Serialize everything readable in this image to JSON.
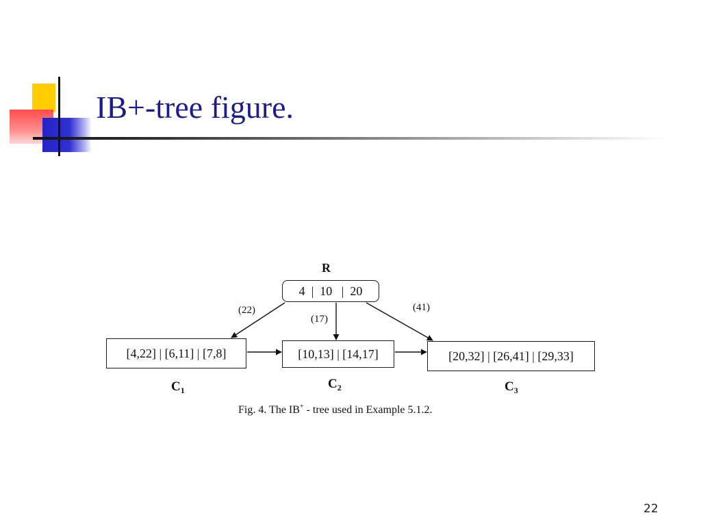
{
  "slide": {
    "title": "IB+-tree figure.",
    "page_number": "22"
  },
  "figure": {
    "root": {
      "label": "R",
      "keys": "4  |  10   |  20"
    },
    "edges": {
      "left": "(22)",
      "middle": "(17)",
      "right": "(41)"
    },
    "children": [
      {
        "name": "C",
        "index": "1",
        "content": "[4,22] | [6,11] | [7,8]"
      },
      {
        "name": "C",
        "index": "2",
        "content": "[10,13] | [14,17]"
      },
      {
        "name": "C",
        "index": "3",
        "content": "[20,32] | [26,41] | [29,33]"
      }
    ],
    "caption": {
      "prefix": "Fig. 4. The IB",
      "sup": "+",
      "suffix": " - tree used in Example 5.1.2."
    }
  },
  "colors": {
    "title": "#1c1c8c",
    "accent_yellow": "#ffcc00",
    "accent_red": "#ff4d4d",
    "accent_blue": "#2424c8"
  }
}
